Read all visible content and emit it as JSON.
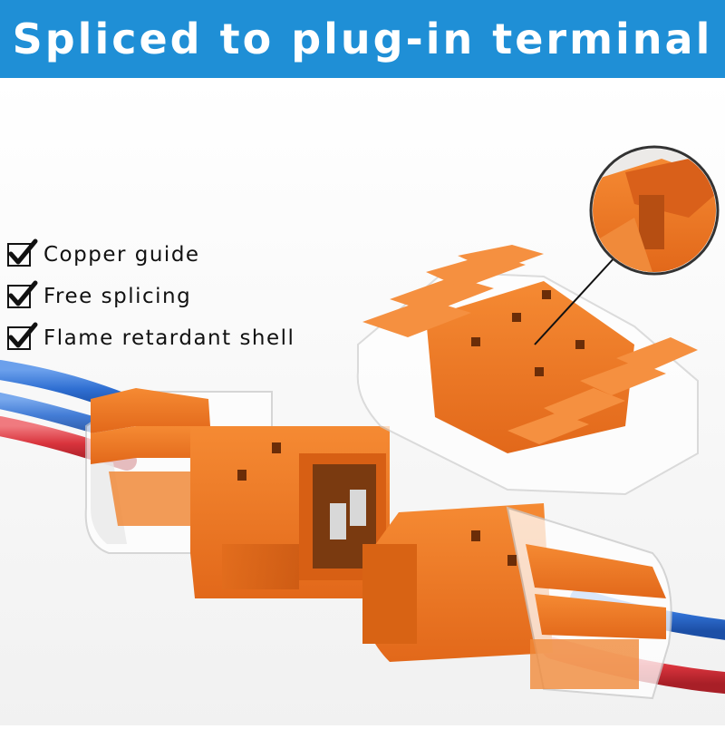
{
  "banner": {
    "title": "Spliced to plug-in terminal",
    "color": "#1f8fd6"
  },
  "features": [
    {
      "label": "Copper guide",
      "icon": "checkbox-checked-icon"
    },
    {
      "label": "Free splicing",
      "icon": "checkbox-checked-icon"
    },
    {
      "label": "Flame retardant shell",
      "icon": "checkbox-checked-icon"
    }
  ],
  "colors": {
    "connector_orange": "#ef7a22",
    "wire_blue": "#2f6fd2",
    "wire_red": "#d9343d"
  }
}
